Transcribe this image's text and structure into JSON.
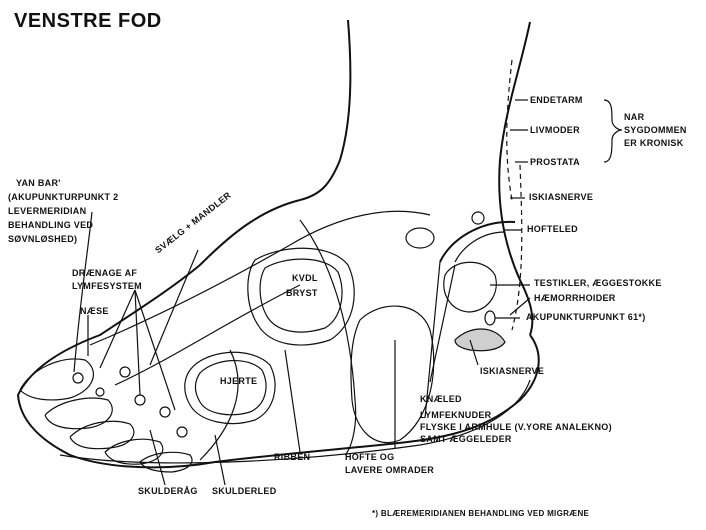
{
  "title": "VENSTRE FOD",
  "labels": {
    "van_bart": "YAN BAR'",
    "akupunktur2": "(AKUPUNKTURPUNKT 2",
    "levermeridian": "LEVERMERIDIAN",
    "behandling": "BEHANDLING VED",
    "sovnlos": "SØVNLØSHED)",
    "draenage1": "DRÆNAGE AF",
    "draenage2": "LYMFESYSTEM",
    "svaelg": "SVÆLG + MANDLER",
    "naese": "NÆSE",
    "kvbryst1": "KVDL",
    "kvbryst2": "BRYST",
    "hjerte": "HJERTE",
    "ribben": "RIBBEN",
    "skulderbag": "SKULDERÅG",
    "skulderled": "SKULDERLED",
    "hofte1": "HOFTE OG",
    "hofte2": "LAVERE OMRADER",
    "lymfe1": "LYMFEKNUDER",
    "lymfe2": "FLYSKE I ARMHULE (V.YORE ANALEKNO)",
    "lymfe3": "SAMT ÆGGELEDER",
    "knaeled": "KNÆLED",
    "iskias_lower": "ISKIASNERVE",
    "akupunktur61": "AKUPUNKTURPUNKT 61*)",
    "haemorroider": "HÆMORRHOIDER",
    "testikler": "TESTIKLER, ÆGGESTOKKE",
    "hofteled": "HOFTELED",
    "iskias_upper": "ISKIASNERVE",
    "endetarm": "ENDETARM",
    "livmoder": "LIVMODER",
    "prostata": "PROSTATA",
    "nar1": "NAR",
    "nar2": "SYGDOMMEN",
    "nar3": "ER KRONISK"
  },
  "footnote": "*) BLÆREMERIDIANEN  BEHANDLING VED MIGRÆNE"
}
